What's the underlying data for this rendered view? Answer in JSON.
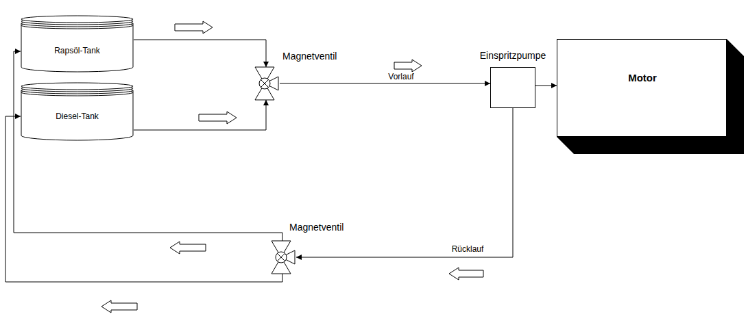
{
  "diagram": {
    "nodes": [
      {
        "text": [
          "Rapsöl-Tank"
        ]
      },
      {
        "text": [
          "Magnetventil"
        ]
      },
      {
        "text": [
          "Einspritzpumpe"
        ]
      },
      {
        "text": [
          "Motor"
        ]
      },
      {
        "text": [
          "Diesel-Tank"
        ]
      },
      {
        "text": [
          "Magnetventil"
        ]
      }
    ],
    "edges": [
      {
        "from": 0,
        "to": 1,
        "arrow": "to"
      },
      {
        "from": 4,
        "to": 1,
        "arrow": "to"
      },
      {
        "from": 1,
        "to": 2,
        "label": "Vorlauf",
        "arrow": "to"
      },
      {
        "from": 2,
        "to": 3,
        "arrow": "to"
      },
      {
        "from": 2,
        "to": 5,
        "label": "Rücklauf",
        "arrow": "to"
      },
      {
        "from": 5,
        "to": 0,
        "arrow": "to"
      },
      {
        "from": 5,
        "to": 4,
        "arrow": "to"
      }
    ]
  }
}
